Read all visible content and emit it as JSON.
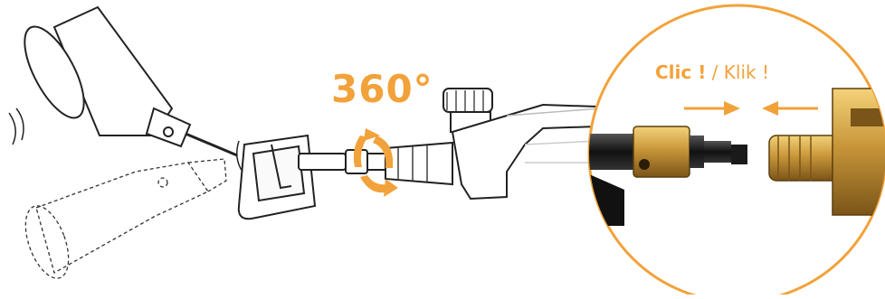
{
  "rotation_label": "360°",
  "click_label": {
    "bold": "Clic !",
    "rest": " / Klik !"
  },
  "colors": {
    "accent": "#f2a23a",
    "brass": "#c9973a",
    "line": "#222222"
  }
}
